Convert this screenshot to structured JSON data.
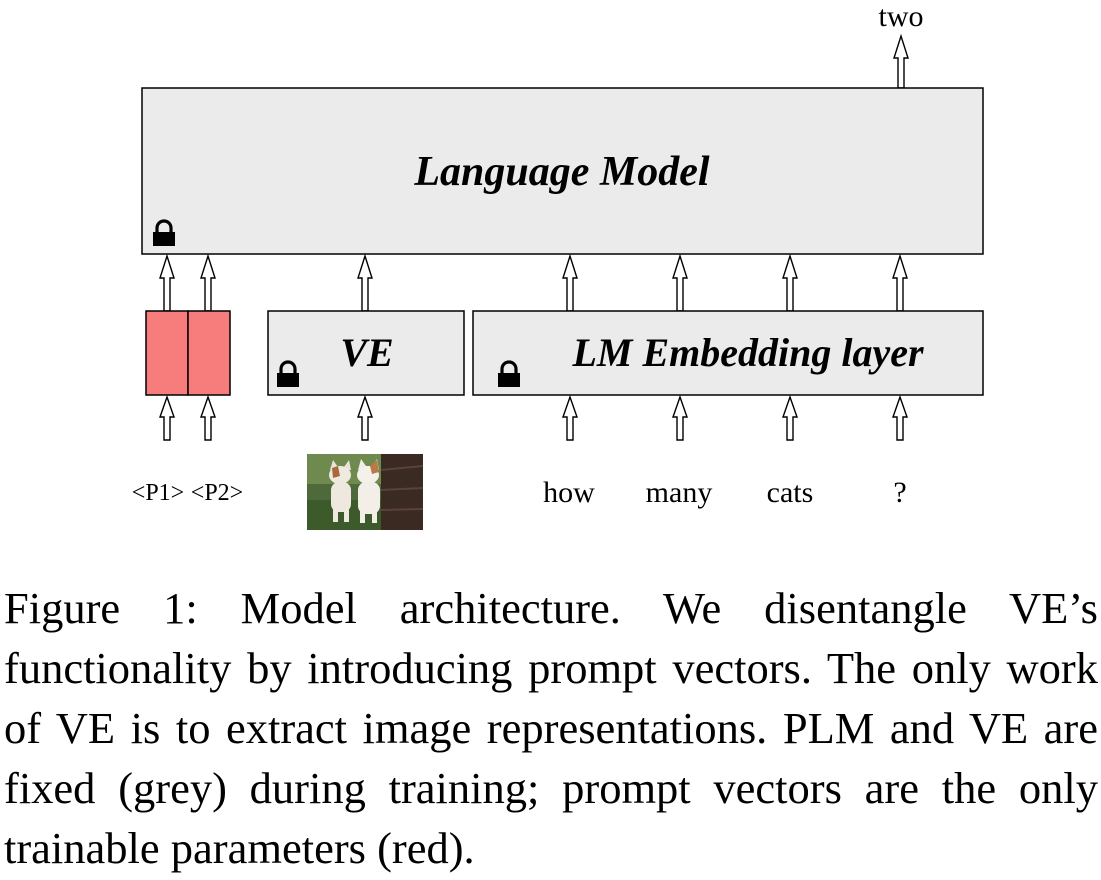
{
  "diagram": {
    "language_model_label": "Language Model",
    "ve_label": "VE",
    "embedding_label": "LM Embedding layer",
    "output_token": "two",
    "prompt_tokens": [
      "<P1>",
      "<P2>"
    ],
    "text_tokens": [
      "how",
      "many",
      "cats",
      "?"
    ],
    "lock_icon": "lock-icon",
    "image_description_icon": "cats-photo",
    "colors": {
      "frozen_fill": "#ebebeb",
      "trainable_fill": "#f77c7c",
      "stroke": "#000000"
    }
  },
  "caption": {
    "text": "Figure 1: Model architecture. We disentangle VE’s functionality by introducing prompt vectors. The only work of VE is to extract image representations. PLM and VE are fixed (grey) during training; prompt vectors are the only trainable parameters (red)."
  }
}
